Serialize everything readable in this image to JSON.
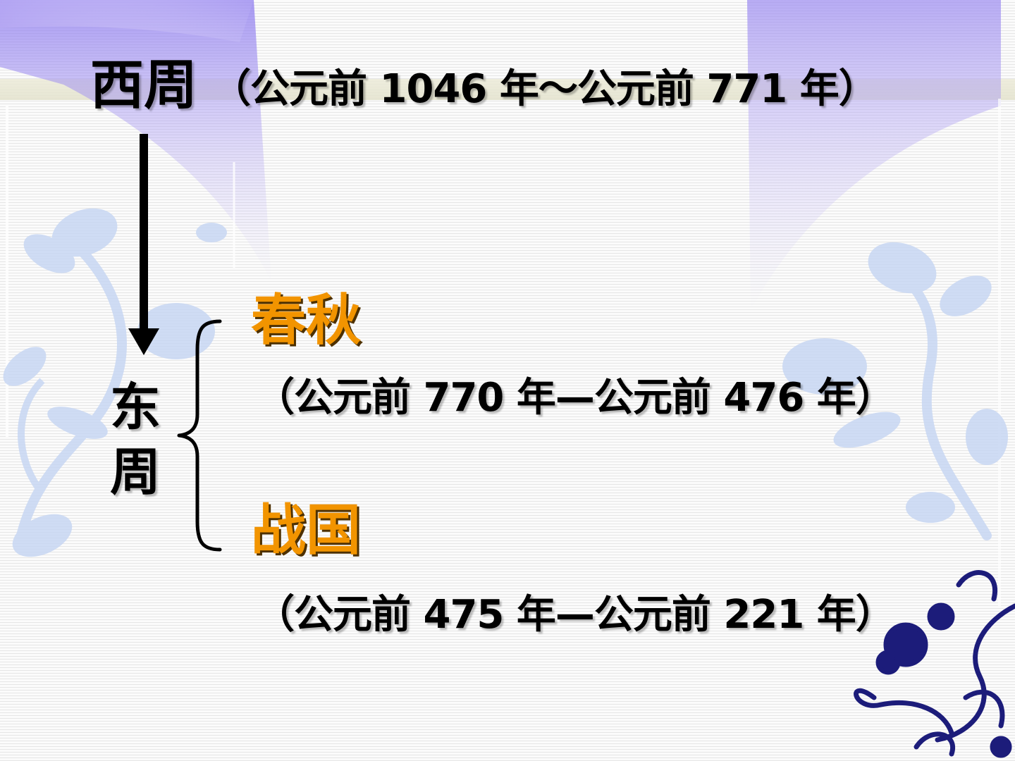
{
  "slide": {
    "title": "西周",
    "title_range": "（公元前 1046 年～公元前 771 年）",
    "branch_label": "东周",
    "periods": [
      {
        "name": "春秋",
        "range": "（公元前 770 年—公元前 476 年）"
      },
      {
        "name": "战国",
        "range": "（公元前 475 年—公元前 221 年）"
      }
    ]
  },
  "colors": {
    "period_name": "#f29400",
    "text": "#000000",
    "purple_ray": "#a99af0",
    "floral_light": "#c7d6f2",
    "floral_dark": "#1c1c7a"
  },
  "icons": {
    "arrow": "down-arrow-icon",
    "brace": "left-curly-brace-icon",
    "decoration": "floral-decoration-icon"
  }
}
